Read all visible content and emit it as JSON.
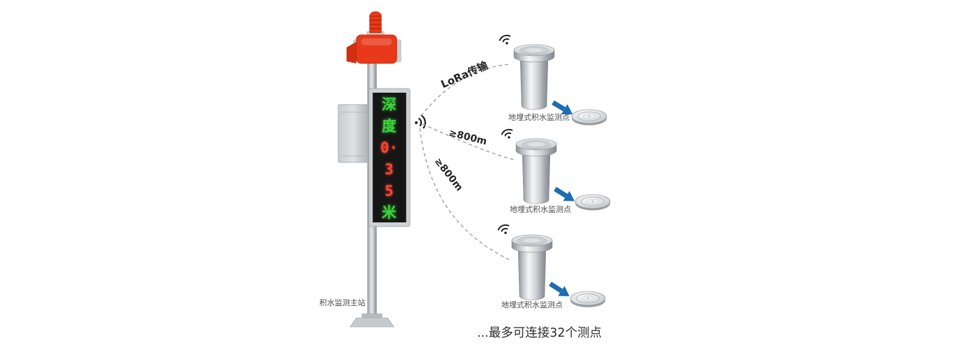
{
  "diagram": {
    "title_context": "LoRa water-accumulation monitoring system diagram",
    "main_station": {
      "label": "积水监测主站",
      "display": {
        "rows": [
          {
            "text": "深",
            "color": "green"
          },
          {
            "text": "度",
            "color": "green"
          },
          {
            "text": "0·",
            "color": "red"
          },
          {
            "text": "3",
            "color": "red"
          },
          {
            "text": "5",
            "color": "red"
          },
          {
            "text": "米",
            "color": "green"
          }
        ]
      }
    },
    "links": [
      {
        "label": "LoRa传输"
      },
      {
        "label": "≥800m"
      },
      {
        "label": "≥800m"
      }
    ],
    "sensors": [
      {
        "label": "地埋式积水监测点"
      },
      {
        "label": "地埋式积水监测点"
      },
      {
        "label": "地埋式积水监测点"
      }
    ],
    "footer": "...最多可连接32个测点",
    "icons": {
      "wifi_icon": "radio wave arcs",
      "arrow_icon": "solid right-pointing arrow"
    },
    "colors": {
      "alarm_red": "#e8391a",
      "led_green": "#3bd23b",
      "led_red": "#ff4633",
      "arrow_blue": "#1d6cb4",
      "metal_gray": "#c3c7ca",
      "link_dash_gray": "#9aa0a6"
    }
  }
}
